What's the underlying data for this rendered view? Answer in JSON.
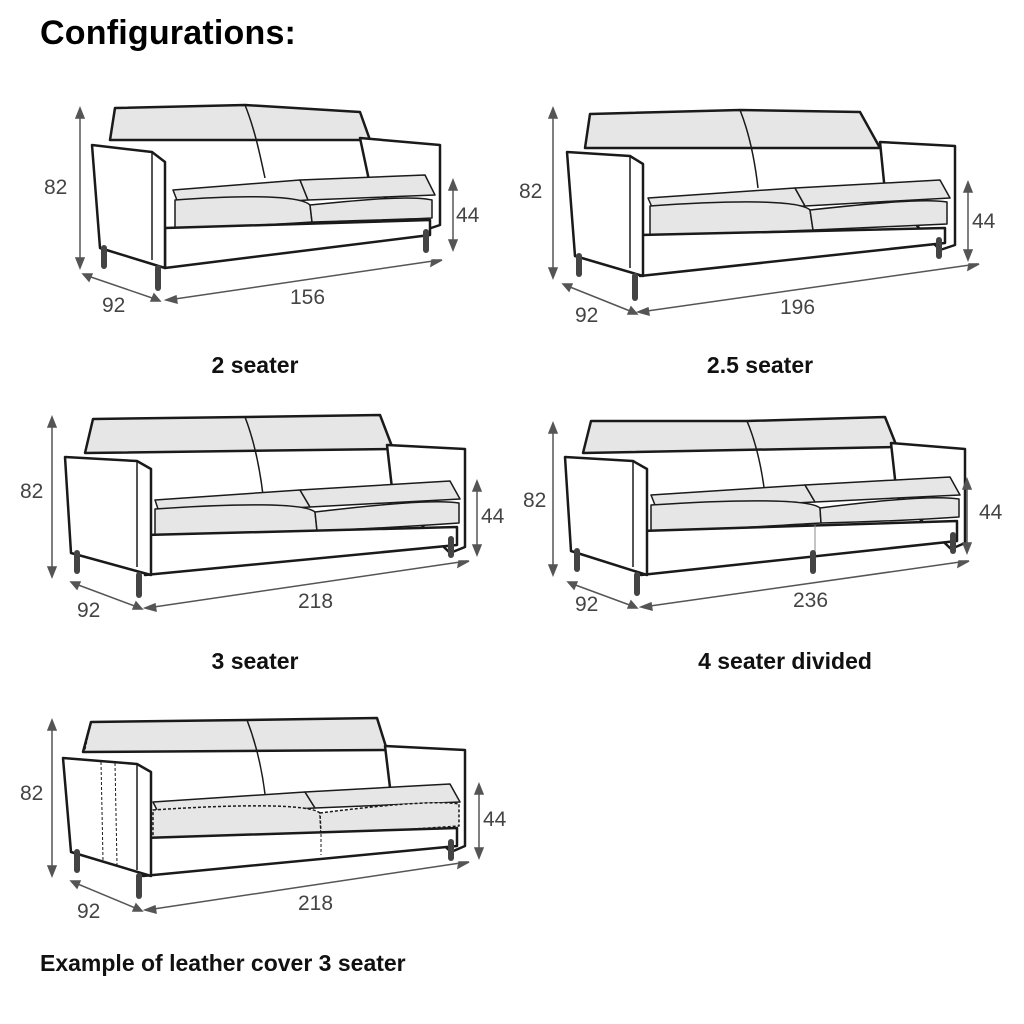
{
  "title": "Configurations:",
  "colors": {
    "outline": "#1a1a1a",
    "cushion": "#e6e6e6",
    "frame": "#ffffff",
    "dimension": "#444444"
  },
  "configurations": [
    {
      "name": "2 seater",
      "height": "82",
      "depth": "92",
      "width": "156",
      "seat_height": "44"
    },
    {
      "name": "2.5 seater",
      "height": "82",
      "depth": "92",
      "width": "196",
      "seat_height": "44"
    },
    {
      "name": "3 seater",
      "height": "82",
      "depth": "92",
      "width": "218",
      "seat_height": "44"
    },
    {
      "name": "4 seater divided",
      "height": "82",
      "depth": "92",
      "width": "236",
      "seat_height": "44"
    },
    {
      "name": "Example of leather cover 3 seater",
      "height": "82",
      "depth": "92",
      "width": "218",
      "seat_height": "44"
    }
  ]
}
